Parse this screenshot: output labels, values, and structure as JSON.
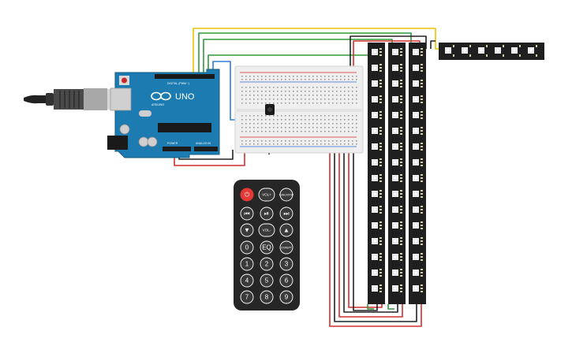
{
  "arduino": {
    "logo_text": "UNO",
    "brand": "ARDUINO",
    "label_digital": "DIGITAL (PWM ~)",
    "label_power": "POWER",
    "label_analog": "ANALOG IN"
  },
  "remote": {
    "buttons": [
      {
        "id": "power",
        "label": "⏻",
        "kind": "power"
      },
      {
        "id": "vol-plus",
        "label": "VOL+",
        "kind": "pill"
      },
      {
        "id": "func-stop",
        "label": "FUNC/STOP",
        "kind": "round"
      },
      {
        "id": "rewind",
        "label": "⏮",
        "kind": "round"
      },
      {
        "id": "play-pause",
        "label": "⏯",
        "kind": "round"
      },
      {
        "id": "fast-forward",
        "label": "⏭",
        "kind": "round"
      },
      {
        "id": "down",
        "label": "▼",
        "kind": "round"
      },
      {
        "id": "vol-minus",
        "label": "VOL-",
        "kind": "pill"
      },
      {
        "id": "up",
        "label": "▲",
        "kind": "round"
      },
      {
        "id": "zero",
        "label": "0",
        "kind": "round"
      },
      {
        "id": "eq",
        "label": "EQ",
        "kind": "round"
      },
      {
        "id": "st-rept",
        "label": "ST/REPT",
        "kind": "round"
      },
      {
        "id": "one",
        "label": "1",
        "kind": "round"
      },
      {
        "id": "two",
        "label": "2",
        "kind": "round"
      },
      {
        "id": "three",
        "label": "3",
        "kind": "round"
      },
      {
        "id": "four",
        "label": "4",
        "kind": "round"
      },
      {
        "id": "five",
        "label": "5",
        "kind": "round"
      },
      {
        "id": "six",
        "label": "6",
        "kind": "round"
      },
      {
        "id": "seven",
        "label": "7",
        "kind": "round"
      },
      {
        "id": "eight",
        "label": "8",
        "kind": "round"
      },
      {
        "id": "nine",
        "label": "9",
        "kind": "round"
      }
    ]
  },
  "led_strips": {
    "vertical_count": 3,
    "pixels_per_vertical": 16,
    "horizontal_pixels": 6
  },
  "colors": {
    "board": "#1c7bb0",
    "board_dark": "#135c86",
    "strip": "#1f1f1f",
    "led": "#f2f2f2",
    "breadboard": "#efefef",
    "remote": "#262626",
    "remote_red": "#e53935",
    "wire_red": "#d32f2f",
    "wire_black": "#222222",
    "wire_green": "#2e9a3a",
    "wire_yellow": "#e9c200",
    "wire_blue": "#2f7fd6"
  }
}
